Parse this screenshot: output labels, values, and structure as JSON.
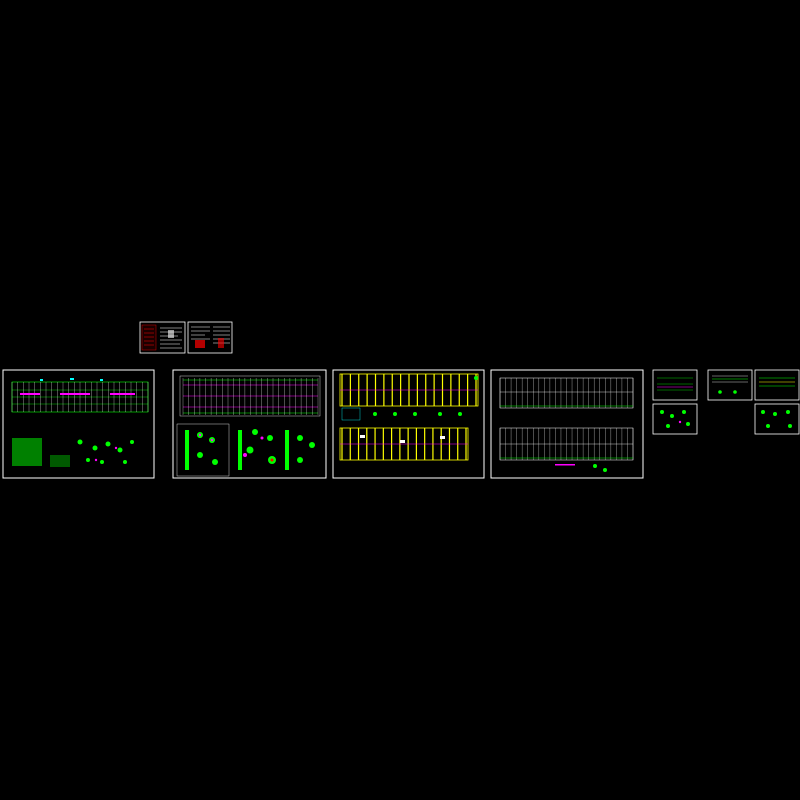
{
  "colors": {
    "background": "#000000",
    "border": "#ffffff",
    "grid": "#00ff00",
    "beam": "#ff00ff",
    "column": "#ffff00",
    "annotation": "#00ffff",
    "red": "#ff0000"
  },
  "sheets": [
    {
      "id": "cover-a",
      "kind": "cover"
    },
    {
      "id": "cover-b",
      "kind": "cover"
    },
    {
      "id": "sheet-1",
      "kind": "plan"
    },
    {
      "id": "sheet-2",
      "kind": "plan-details"
    },
    {
      "id": "sheet-3",
      "kind": "yellow-frame"
    },
    {
      "id": "sheet-4",
      "kind": "roof-plan"
    },
    {
      "id": "sheet-5",
      "kind": "detail"
    },
    {
      "id": "sheet-6",
      "kind": "detail"
    },
    {
      "id": "sheet-7",
      "kind": "detail"
    },
    {
      "id": "sheet-8",
      "kind": "detail"
    },
    {
      "id": "sheet-9",
      "kind": "detail"
    }
  ]
}
